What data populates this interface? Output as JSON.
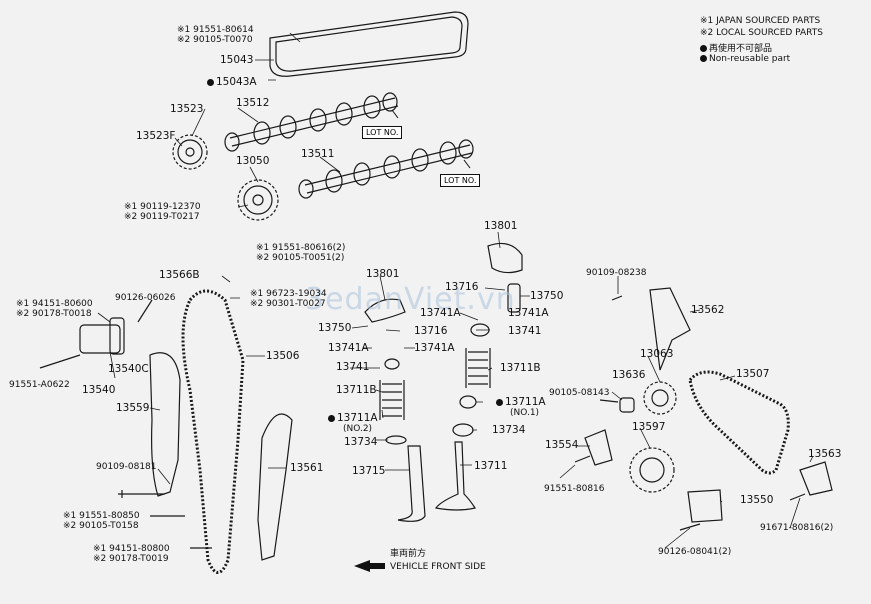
{
  "legend": {
    "sym1": "※1 JAPAN SOURCED PARTS",
    "sym2": "※2 LOCAL SOURCED PARTS",
    "reuse_cn": "再使用不可部品",
    "nonreusable": "Non-reusable part"
  },
  "labels": {
    "s1_91551_80614": "※1 91551-80614",
    "s2_90105_T0070": "※2 90105-T0070",
    "p15043": "15043",
    "p15043A": "15043A",
    "p13523": "13523",
    "p13512": "13512",
    "p13523F": "13523F",
    "p13050": "13050",
    "p13511": "13511",
    "s1_90119_12370": "※1 90119-12370",
    "s2_90119_T0217": "※2 90119-T0217",
    "lot1": "LOT NO.",
    "lot2": "LOT NO.",
    "s1_91551_80616": "※1 91551-80616(2)",
    "s2_90105_T0051": "※2 90105-T0051(2)",
    "p13566B": "13566B",
    "s1_96723_19034": "※1 96723-19034",
    "s2_90301_T0027": "※2 90301-T0027",
    "s1_94151_80600": "※1 94151-80600",
    "s2_90178_T0018": "※2 90178-T0018",
    "p90126_06026": "90126-06026",
    "p13540C": "13540C",
    "p91551_A0622": "91551-A0622",
    "p13540": "13540",
    "p13559": "13559",
    "p13506": "13506",
    "p90109_08181": "90109-08181",
    "p13561": "13561",
    "s1_91551_80850": "※1 91551-80850",
    "s2_90105_T0158": "※2 90105-T0158",
    "s1_94151_80800": "※1 94151-80800",
    "s2_90178_T0019": "※2 90178-T0019",
    "p13801a": "13801",
    "p13801b": "13801",
    "p13716a": "13716",
    "p13750a": "13750",
    "p13741Aa": "13741A",
    "p13750b": "13750",
    "p13716b": "13716",
    "p13741a": "13741",
    "p13741Ab": "13741A",
    "p13741Ac": "13741A",
    "p13741b": "13741",
    "p13711Ba": "13711B",
    "p13711Bb": "13711B",
    "p13711Aa": "13711A",
    "p13711Aa_note": "(NO.1)",
    "p13711Ab": "13711A",
    "p13711Ab_note": "(NO.2)",
    "p13734a": "13734",
    "p13734b": "13734",
    "p13715": "13715",
    "p13711": "13711",
    "p90109_08238": "90109-08238",
    "p13562": "13562",
    "p13063": "13063",
    "p13507": "13507",
    "p90105_08143": "90105-08143",
    "p13636": "13636",
    "p13554": "13554",
    "p13597": "13597",
    "p91551_80816": "91551-80816",
    "p13563": "13563",
    "p13550": "13550",
    "p91671_80816": "91671-80816(2)",
    "p90126_08041": "90126-08041(2)",
    "front_cn": "車両前方",
    "front_en": "VEHICLE FRONT SIDE"
  },
  "watermark": "3edanViet.vn"
}
